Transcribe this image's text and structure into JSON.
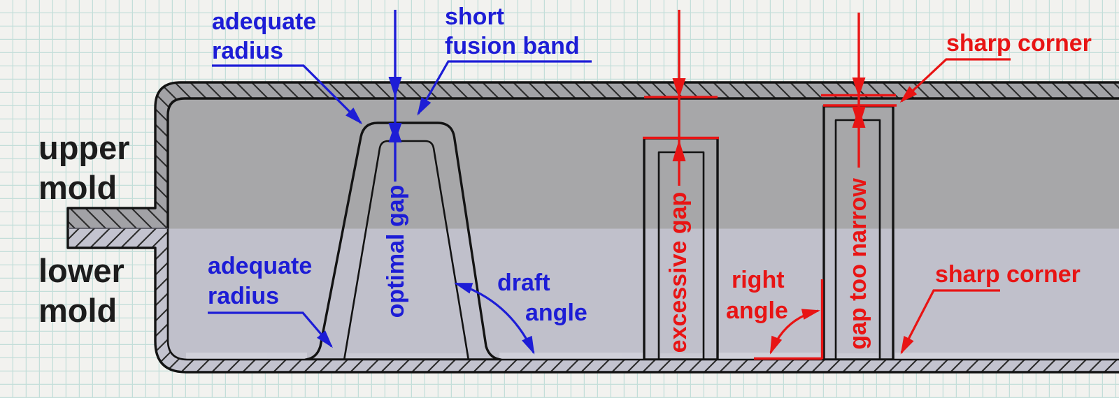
{
  "diagram": {
    "mold_labels": {
      "upper_line1": "upper",
      "upper_line2": "mold",
      "lower_line1": "lower",
      "lower_line2": "mold"
    },
    "good_annotations": {
      "adequate_radius_top": {
        "line1": "adequate",
        "line2": "radius"
      },
      "short_fusion_band": {
        "line1": "short",
        "line2": "fusion band"
      },
      "optimal_gap": {
        "label": "optimal gap"
      },
      "adequate_radius_bottom": {
        "line1": "adequate",
        "line2": "radius"
      },
      "draft_angle": {
        "line1": "draft",
        "line2": "angle"
      }
    },
    "bad_annotations": {
      "excessive_gap": {
        "label": "excessive gap"
      },
      "sharp_corner_top": {
        "label": "sharp corner"
      },
      "right_angle": {
        "line1": "right",
        "line2": "angle"
      },
      "gap_too_narrow": {
        "label": "gap too narrow"
      },
      "sharp_corner_bottom": {
        "label": "sharp corner"
      }
    },
    "colors": {
      "good_accent": "#1d1dd6",
      "bad_accent": "#e81414",
      "upper_mold_fill": "#a7a7a9",
      "lower_mold_fill": "#c0c0cb",
      "part_upper_sheet": "#a2a2a6",
      "part_lower_sheet": "#c3c3cf",
      "paper": "#f2f2ef",
      "grid_line": "#c3ded9",
      "label_text": "#1c1c1c"
    }
  }
}
